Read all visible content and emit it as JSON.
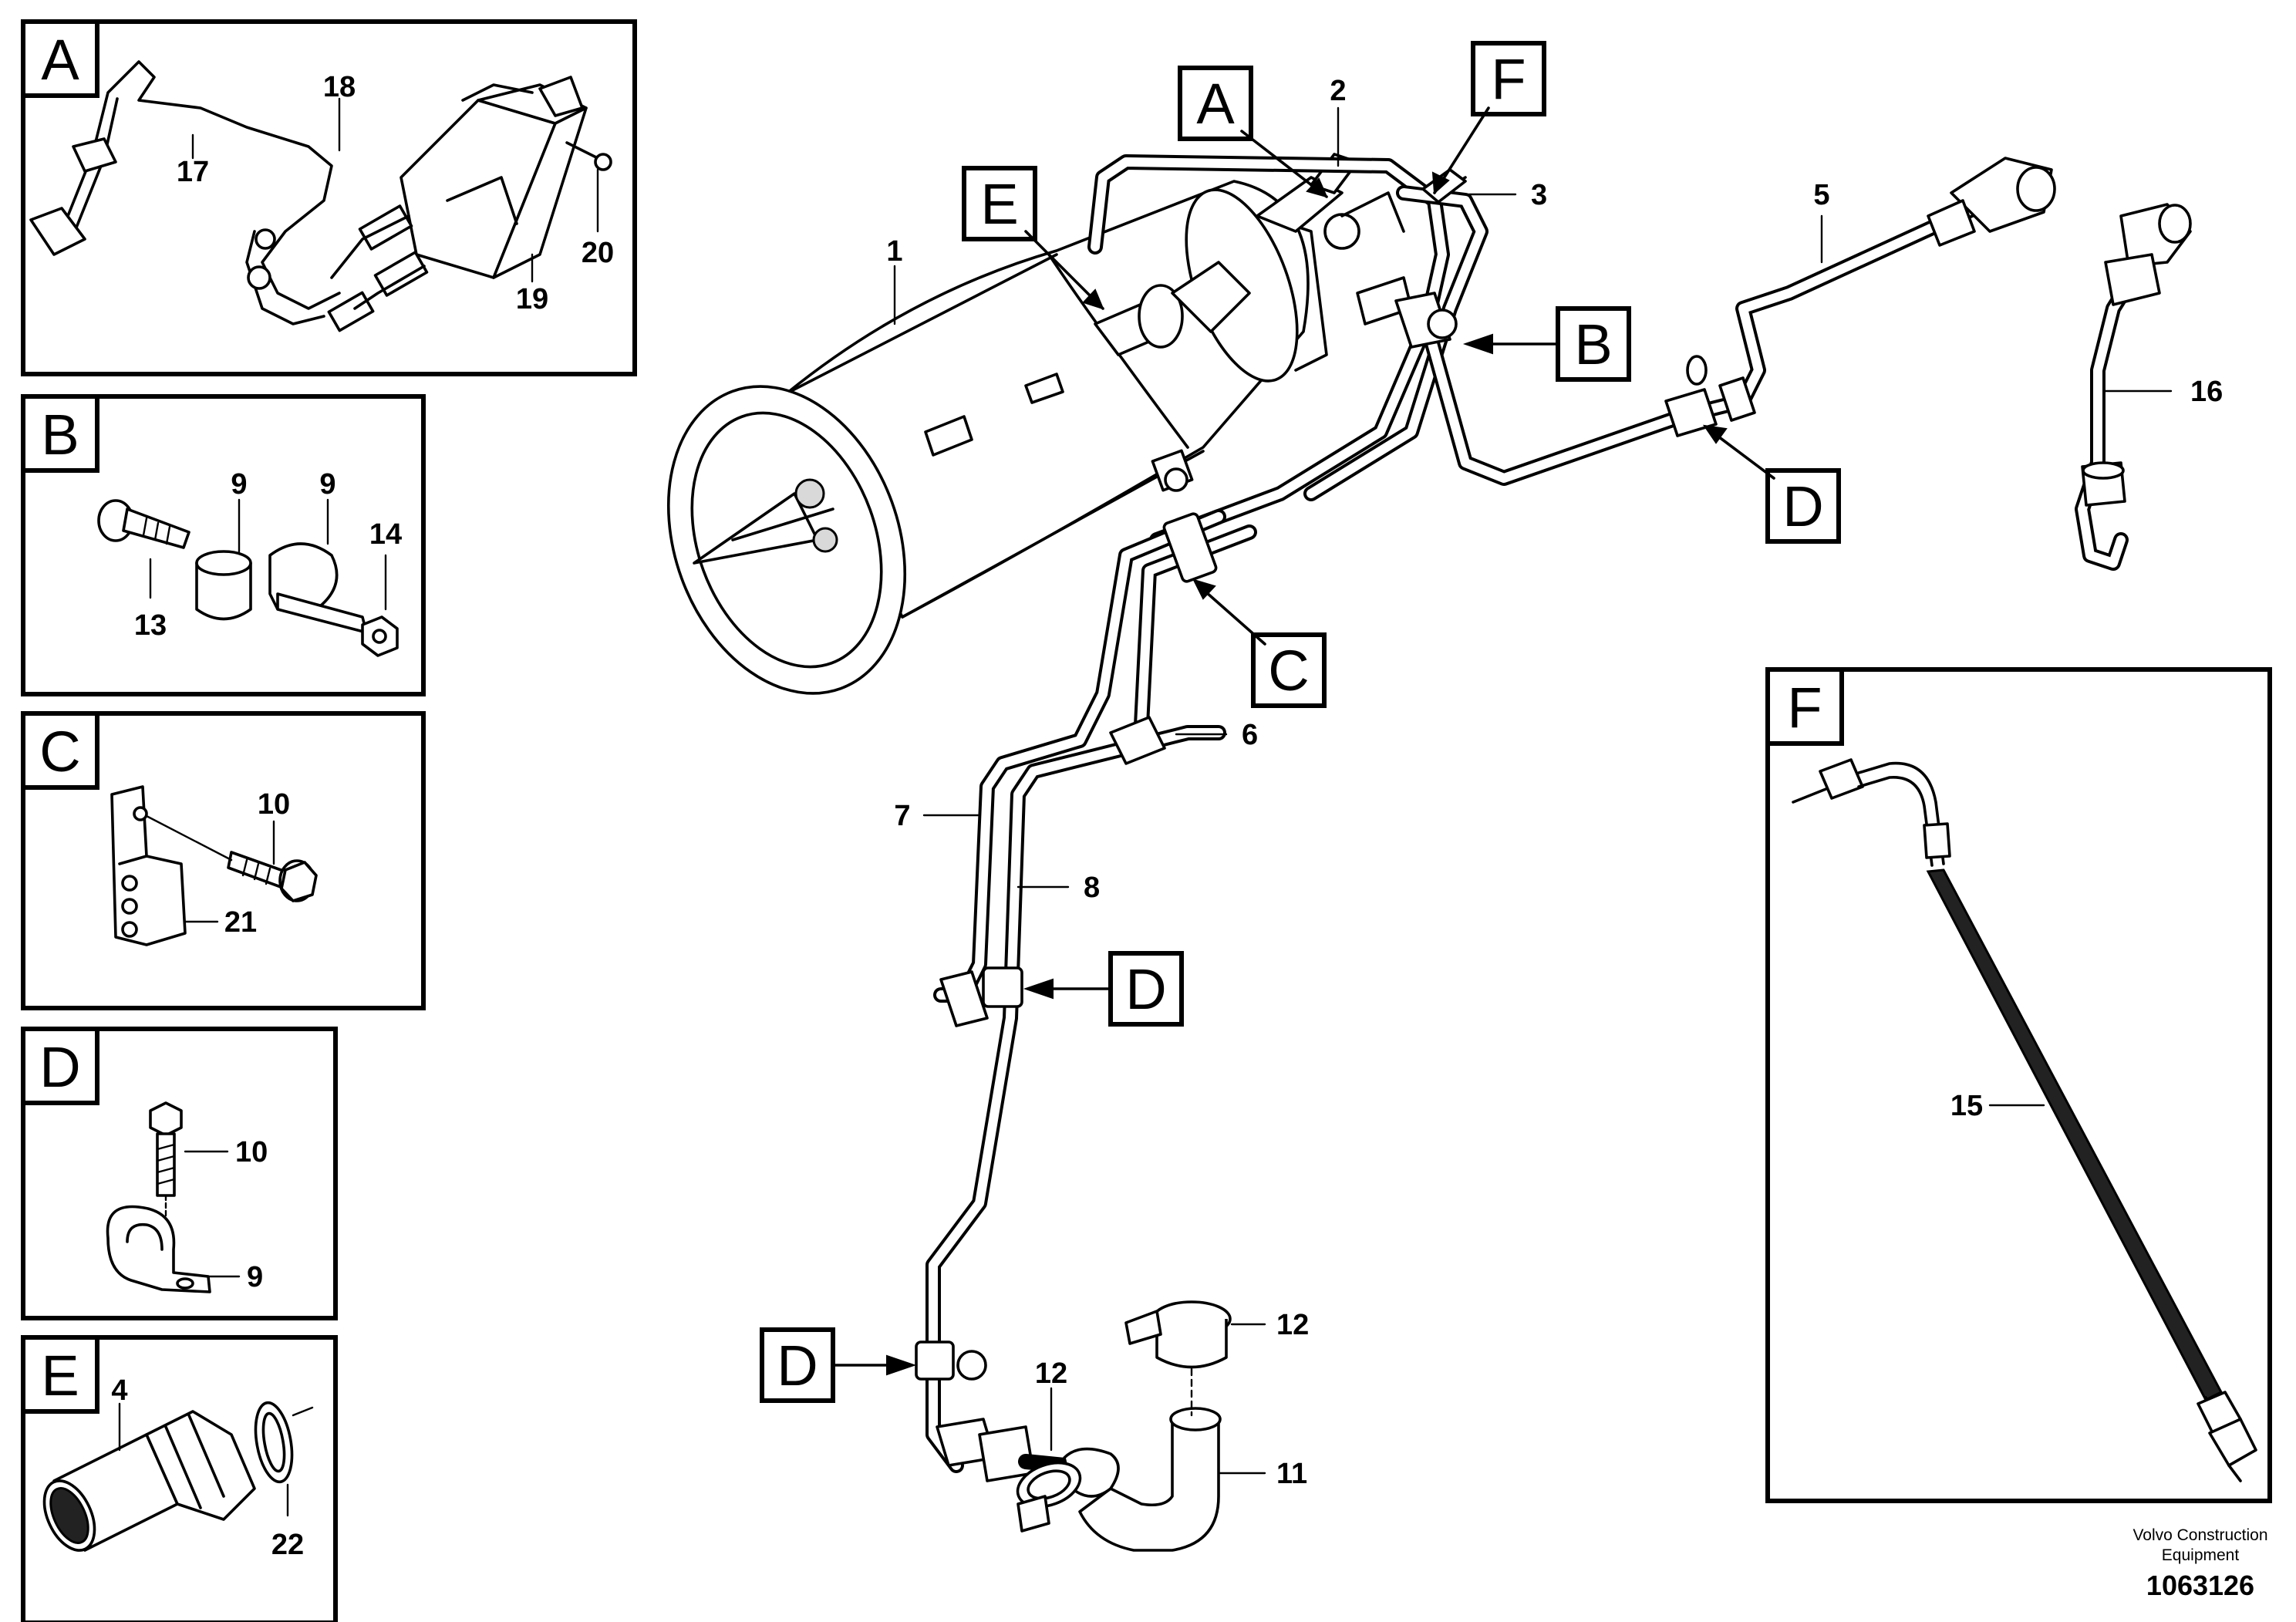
{
  "inset_letters": [
    "A",
    "B",
    "C",
    "D",
    "E",
    "F"
  ],
  "callouts": {
    "n1": "1",
    "n2": "2",
    "n3": "3",
    "n4": "4",
    "n5": "5",
    "n6": "6",
    "n7": "7",
    "n8": "8",
    "n9": "9",
    "n10": "10",
    "n11": "11",
    "n12": "12",
    "n13": "13",
    "n14": "14",
    "n15": "15",
    "n16": "16",
    "n17": "17",
    "n18": "18",
    "n19": "19",
    "n20": "20",
    "n21": "21",
    "n22": "22"
  },
  "detail_flags": {
    "A": "A",
    "B": "B",
    "C": "C",
    "D": "D",
    "E": "E",
    "F": "F"
  },
  "footer": {
    "company_line1": "Volvo Construction",
    "company_line2": "Equipment",
    "drawing_number": "1063126"
  }
}
